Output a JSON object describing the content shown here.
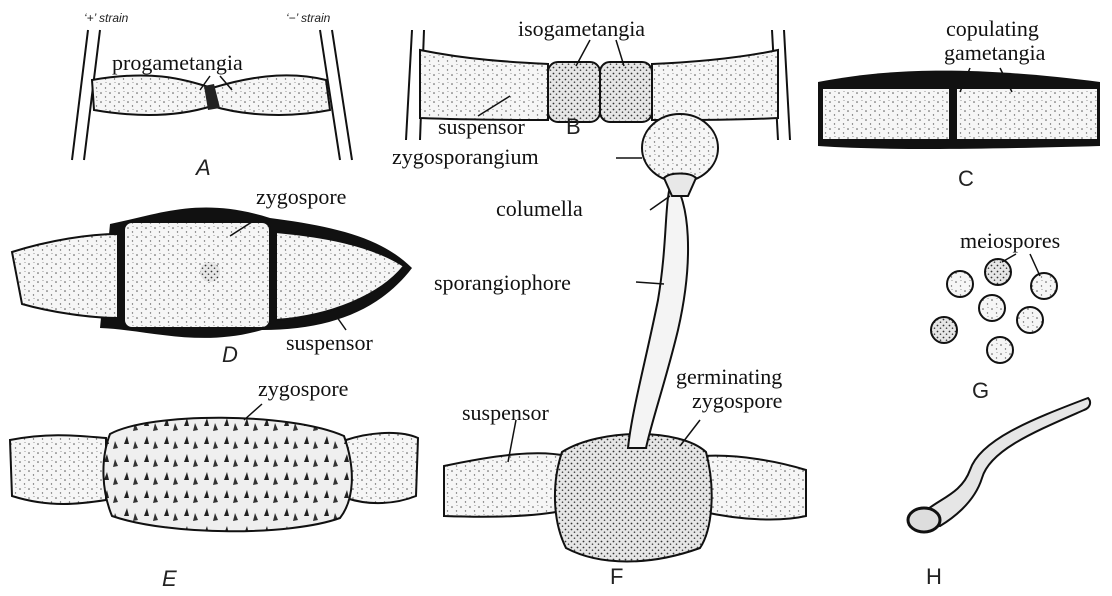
{
  "colors": {
    "ink": "#111111",
    "cell_fill": "#f2f2f2",
    "wall": "#111111",
    "background": "#ffffff"
  },
  "panel_A": {
    "letter": "A",
    "plus_strain": "‘+’ strain",
    "minus_strain": "‘−’ strain",
    "progametangia": "progametangia"
  },
  "panel_B": {
    "letter": "B",
    "isogametangia": "isogametangia",
    "suspensor": "suspensor"
  },
  "panel_C": {
    "letter": "C",
    "copulating_line1": "copulating",
    "copulating_line2": "gametangia"
  },
  "panel_D": {
    "letter": "D",
    "zygospore": "zygospore",
    "suspensor": "suspensor"
  },
  "panel_E": {
    "letter": "E",
    "zygospore": "zygospore"
  },
  "panel_F": {
    "letter": "F",
    "zygosporangium": "zygosporangium",
    "columella": "columella",
    "sporangiophore": "sporangiophore",
    "suspensor": "suspensor",
    "germinating_line1": "germinating",
    "germinating_line2": "zygospore"
  },
  "panel_G": {
    "letter": "G",
    "meiospores": "meiospores"
  },
  "panel_H": {
    "letter": "H"
  }
}
